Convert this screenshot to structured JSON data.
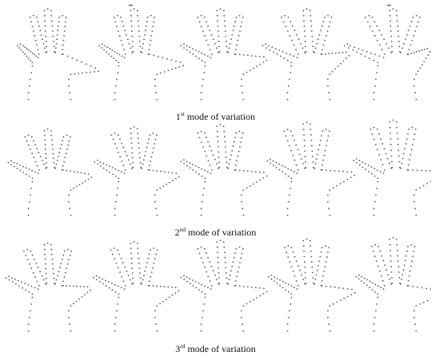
{
  "figure": {
    "rows": [
      {
        "caption": {
          "ordinal": "1",
          "suffix": "st",
          "text": "mode of variation"
        },
        "shapes": [
          "hand-shape",
          "hand-shape",
          "hand-shape",
          "hand-shape",
          "hand-shape"
        ]
      },
      {
        "caption": {
          "ordinal": "2",
          "suffix": "nd",
          "text": "mode of variation"
        },
        "shapes": [
          "hand-shape",
          "hand-shape",
          "hand-shape",
          "hand-shape",
          "hand-shape"
        ]
      },
      {
        "caption": {
          "ordinal": "3",
          "suffix": "rd",
          "text": "mode of variation"
        },
        "shapes": [
          "hand-shape",
          "hand-shape",
          "hand-shape",
          "hand-shape",
          "hand-shape"
        ]
      }
    ]
  }
}
